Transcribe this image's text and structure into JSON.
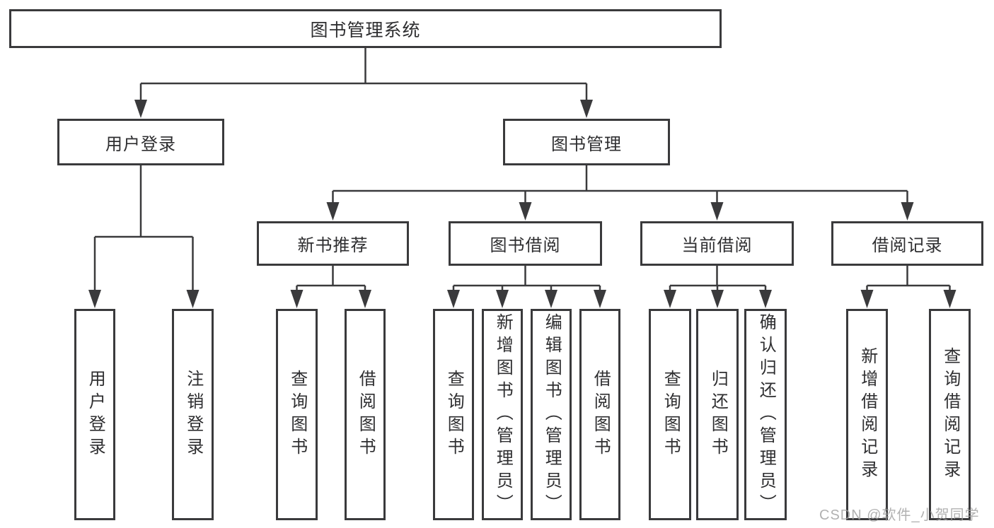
{
  "diagram_title": "图书管理系统",
  "tree": {
    "root": {
      "label": "图书管理系统"
    },
    "branches": [
      {
        "label": "用户登录",
        "children": [
          {
            "label": "用户登录"
          },
          {
            "label": "注销登录"
          }
        ]
      },
      {
        "label": "图书管理",
        "sections": [
          {
            "label": "新书推荐",
            "children": [
              {
                "label": "查询图书"
              },
              {
                "label": "借阅图书"
              }
            ]
          },
          {
            "label": "图书借阅",
            "children": [
              {
                "label": "查询图书"
              },
              {
                "label": "新增图书（管理员）"
              },
              {
                "label": "编辑图书（管理员）"
              },
              {
                "label": "借阅图书"
              }
            ]
          },
          {
            "label": "当前借阅",
            "children": [
              {
                "label": "查询图书"
              },
              {
                "label": "归还图书"
              },
              {
                "label": "确认归还（管理员）"
              }
            ]
          },
          {
            "label": "借阅记录",
            "children": [
              {
                "label": "新增借阅记录"
              },
              {
                "label": "查询借阅记录"
              }
            ]
          }
        ]
      }
    ]
  },
  "watermark": "CSDN @软件_小贺同学",
  "colors": {
    "line": "#3a3a3c",
    "box_border": "#3a3a3c",
    "text": "#2e2e30",
    "watermark": "#9e9e9e",
    "background": "#ffffff"
  }
}
